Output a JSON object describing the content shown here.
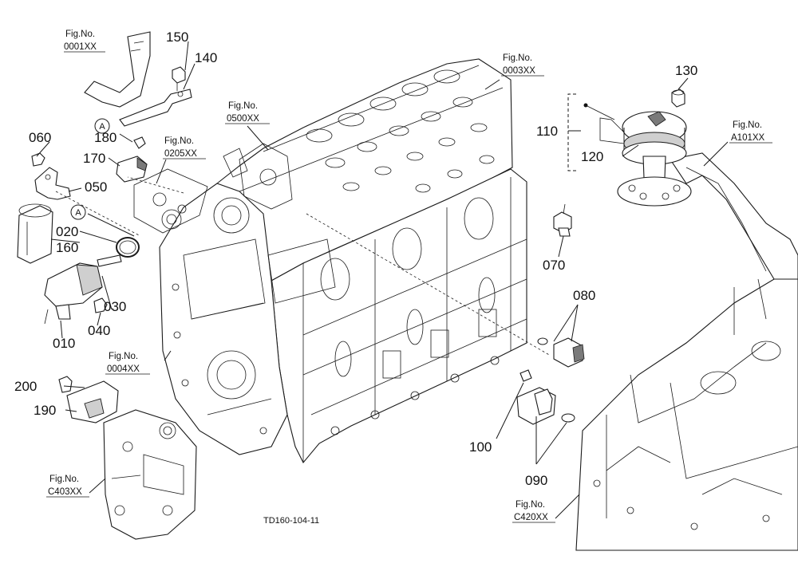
{
  "drawing_code": "TD160-104-11",
  "figure_refs": {
    "fig_label": "Fig.No.",
    "f0001": "0001XX",
    "f0003": "0003XX",
    "f0500": "0500XX",
    "f0205": "0205XX",
    "f0004": "0004XX",
    "fA101": "A101XX",
    "fC403": "C403XX",
    "fC420": "C420XX"
  },
  "callouts": {
    "p010": "010",
    "p020": "020",
    "p030": "030",
    "p040": "040",
    "p050": "050",
    "p060": "060",
    "p070": "070",
    "p080": "080",
    "p090": "090",
    "p100": "100",
    "p110": "110",
    "p120": "120",
    "p130": "130",
    "p140": "140",
    "p150": "150",
    "p160": "160",
    "p170": "170",
    "p180": "180",
    "p190": "190",
    "p200": "200"
  },
  "connectors": {
    "a1": "A",
    "a2": "A"
  }
}
